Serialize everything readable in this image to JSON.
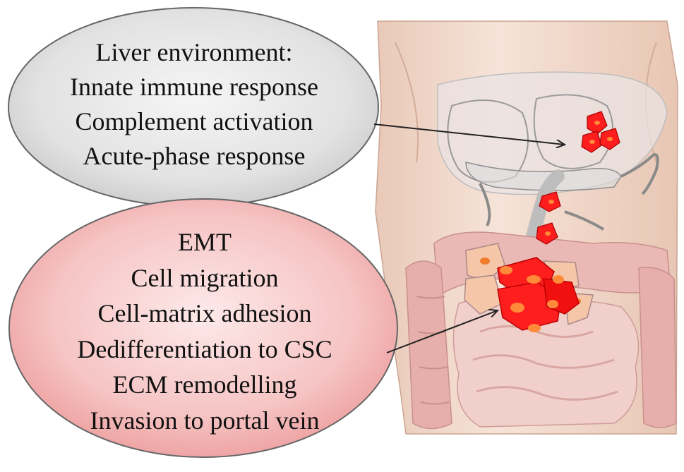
{
  "liver_box": {
    "lines": [
      "Liver environment:",
      "Innate immune response",
      "Complement activation",
      "Acute-phase response"
    ]
  },
  "tumor_box": {
    "lines": [
      "EMT",
      "Cell migration",
      "Cell-matrix adhesion",
      "Dedifferentiation to CSC",
      "ECM remodelling",
      "Invasion to portal vein"
    ]
  },
  "colors": {
    "liver_oval_fill": "#e4e4e4",
    "tumor_oval_fill": "#f4b8b8",
    "tumor_cell": "#ff1a1a",
    "tumor_nucleus": "#ff8a3a",
    "skin": "#f0d6c8",
    "bowel": "#e9b8b4"
  }
}
